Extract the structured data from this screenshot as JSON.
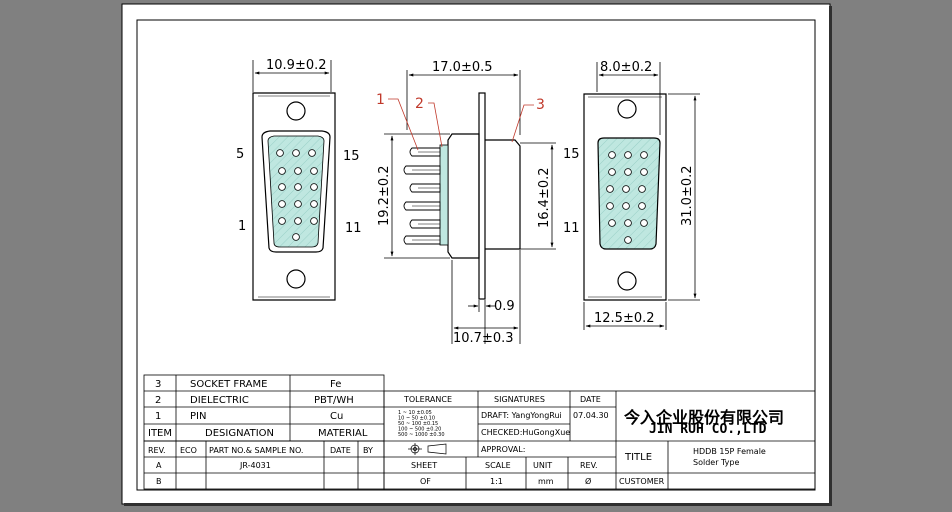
{
  "dimensions": {
    "front_width": "10.9±0.2",
    "side_length": "17.0±0.5",
    "side_height": "19.2±0.2",
    "side_shell_height": "16.4±0.2",
    "side_flange": "0.9",
    "side_depth": "10.7±0.3",
    "rear_width": "8.0±0.2",
    "rear_height": "31.0±0.2",
    "rear_flange_width": "12.5±0.2"
  },
  "pin_labels": {
    "front_top_left": "5",
    "front_top_right": "15",
    "front_bottom_left": "1",
    "front_bottom_right": "11",
    "rear_top_left": "15",
    "rear_bottom_left": "11"
  },
  "callouts": [
    "1",
    "2",
    "3"
  ],
  "bom": {
    "rows": [
      {
        "item": "3",
        "designation": "SOCKET FRAME",
        "material": "Fe"
      },
      {
        "item": "2",
        "designation": "DIELECTRIC",
        "material": "PBT/WH"
      },
      {
        "item": "1",
        "designation": "PIN",
        "material": "Cu"
      }
    ],
    "header": {
      "item": "ITEM",
      "designation": "DESIGNATION",
      "material": "MATERIAL"
    }
  },
  "revision": {
    "headers": [
      "REV.",
      "ECO",
      "PART NO.& SAMPLE NO.",
      "DATE",
      "BY"
    ],
    "rows": [
      [
        "A",
        "",
        "JR-4031",
        "",
        ""
      ],
      [
        "B",
        "",
        "",
        "",
        ""
      ]
    ]
  },
  "tolerance": {
    "label": "TOLERANCE",
    "lines": [
      "1 ~ 10   ±0.05",
      "10 ~ 50   ±0.10",
      "50 ~ 100   ±0.15",
      "100 ~ 500   ±0.20",
      "500 ~ 1000  ±0.30"
    ]
  },
  "signatures": {
    "label": "SIGNATURES",
    "draft": "DRAFT: YangYongRui",
    "checked": "CHECKED:HuGongXue",
    "approval": "APPROVAL:"
  },
  "date": {
    "label": "DATE",
    "value": "07.04.30"
  },
  "company": {
    "name_cn": "今入企业股份有限公司",
    "name_en": "JIN  RUH  CO.,LTD"
  },
  "title": {
    "label": "TITLE",
    "line1": "HDDB 15P Female",
    "line2": "Solder Type"
  },
  "footer": {
    "sheet_label": "SHEET",
    "sheet_value": "OF",
    "scale_label": "SCALE",
    "scale_value": "1:1",
    "unit_label": "UNIT",
    "unit_value": "mm",
    "rev_label": "REV.",
    "rev_value": "Ø",
    "customer_label": "CUSTOMER"
  }
}
